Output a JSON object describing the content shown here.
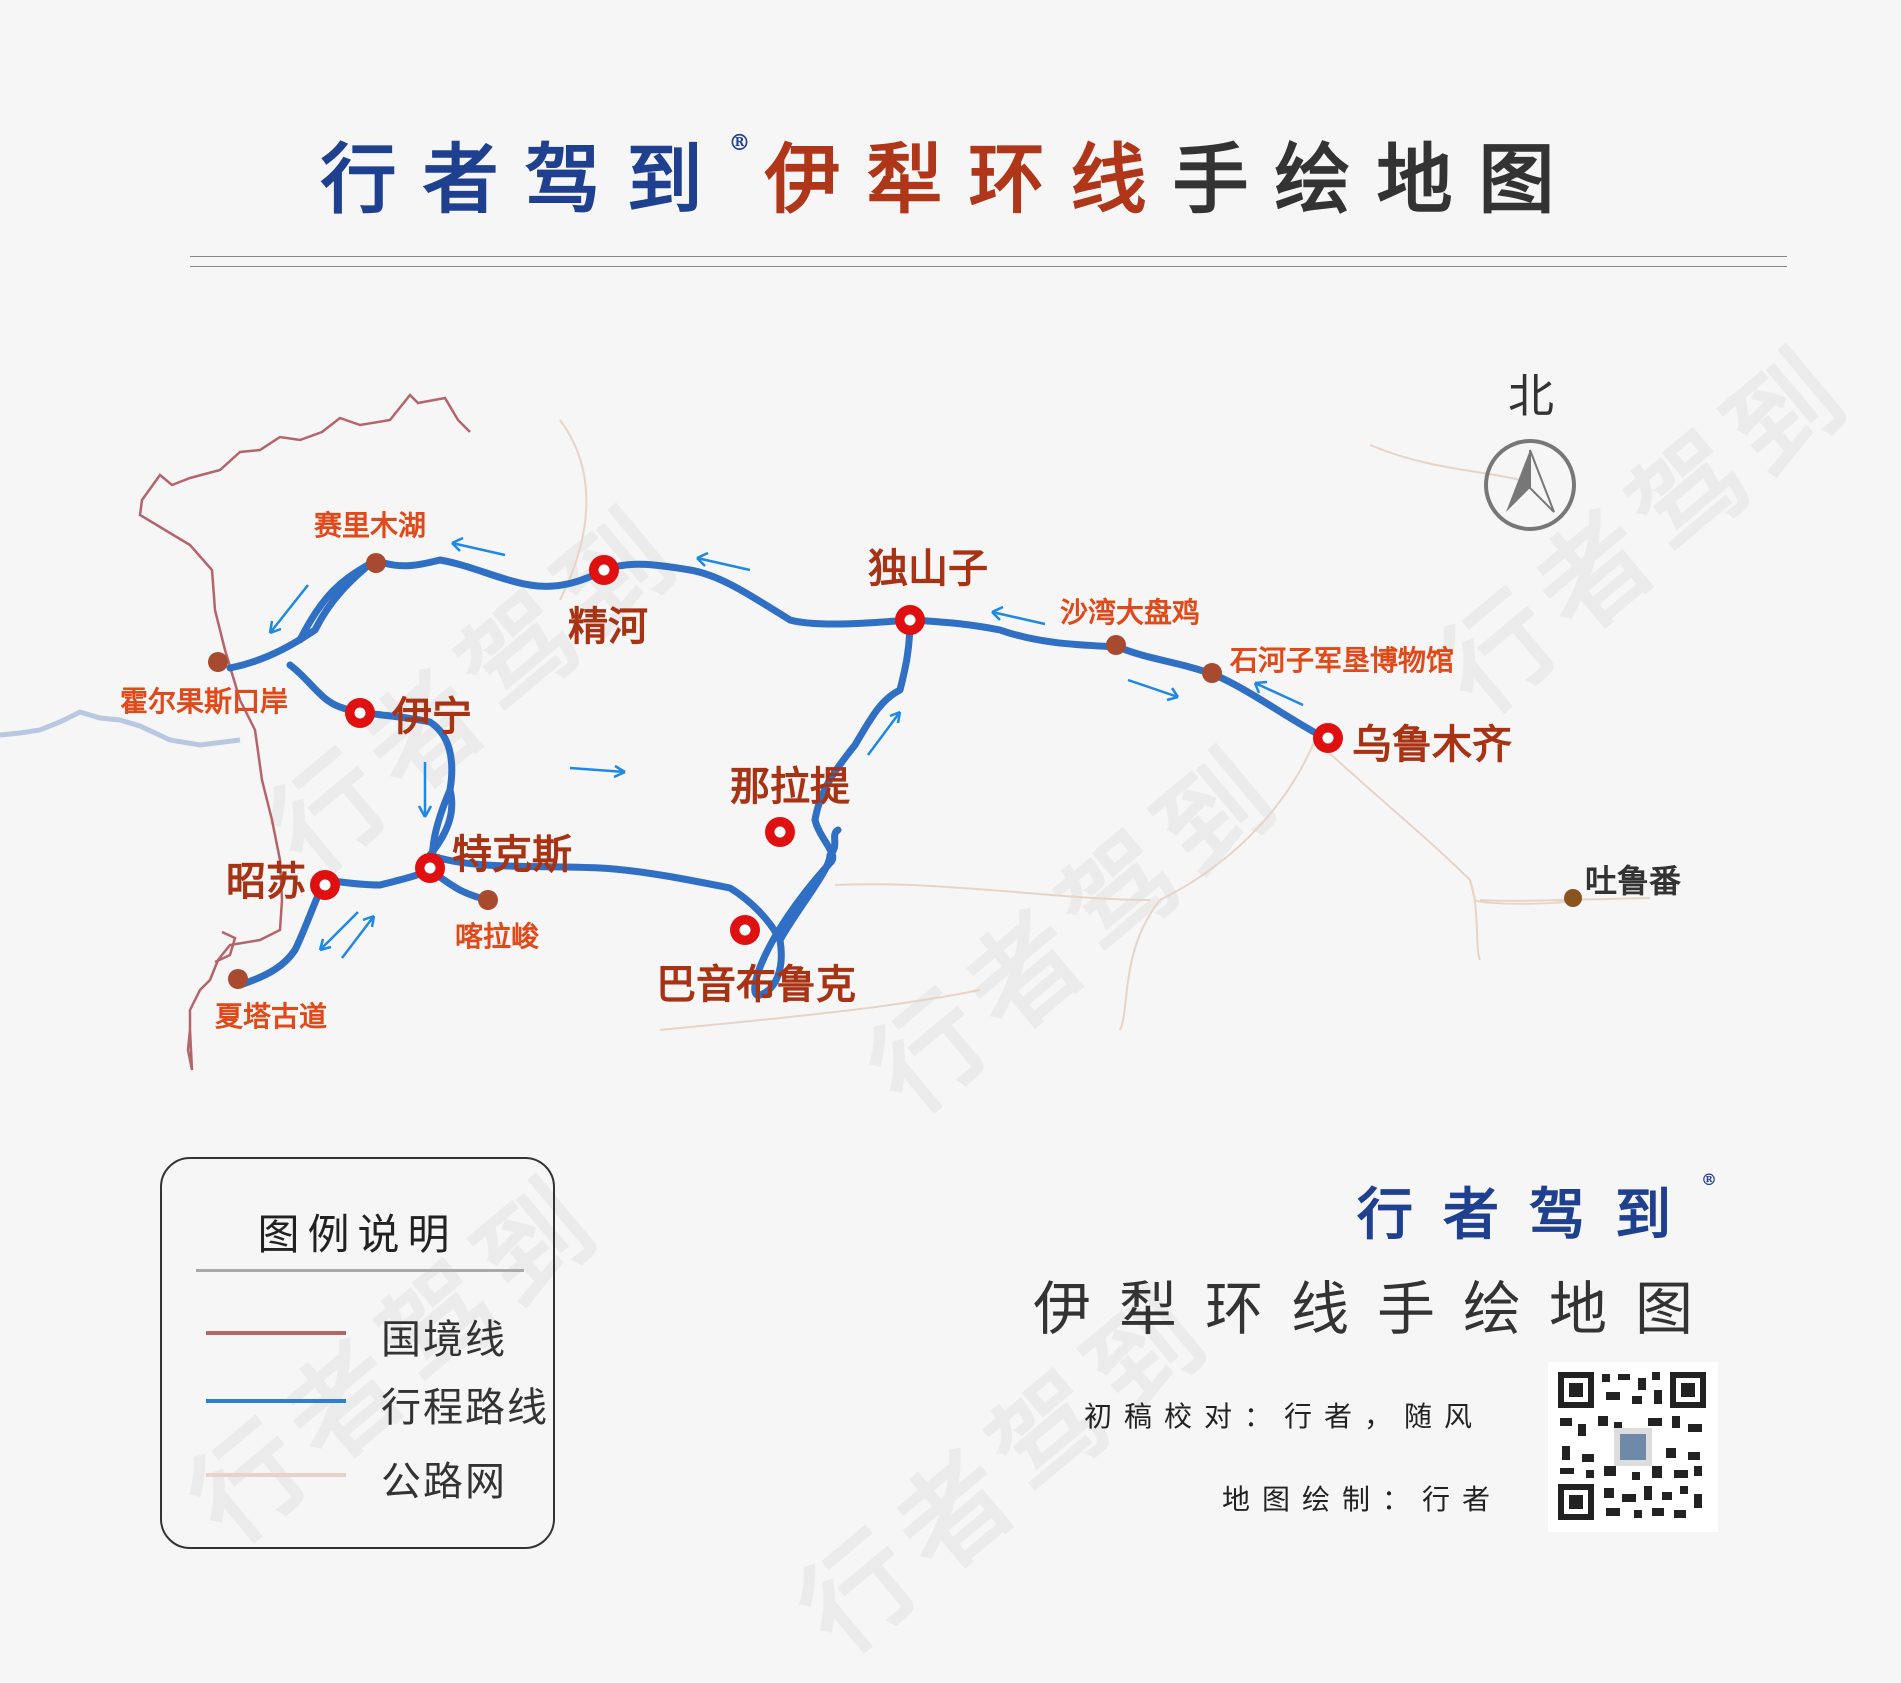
{
  "title": {
    "brand": "行者驾到",
    "reg_mark": "®",
    "place": "伊犁环线",
    "rest": "手绘地图"
  },
  "colors": {
    "brand_blue": "#1f3f8f",
    "title_red": "#b0361a",
    "route": "#2f6fc4",
    "arrow": "#1e88e5",
    "border": "#b5646a",
    "roads": "#e6d2c4",
    "city_label": "#a83214",
    "poi_label": "#e04a1a",
    "poi_dot": "#a84a30"
  },
  "compass": {
    "label": "北",
    "icon": "north-arrow-icon"
  },
  "cities": [
    {
      "id": "jinghe",
      "name": "精河"
    },
    {
      "id": "dushanzi",
      "name": "独山子"
    },
    {
      "id": "yining",
      "name": "伊宁"
    },
    {
      "id": "tekesi",
      "name": "特克斯"
    },
    {
      "id": "zhaosu",
      "name": "昭苏"
    },
    {
      "id": "nalati",
      "name": "那拉提"
    },
    {
      "id": "bayinbuluke",
      "name": "巴音布鲁克"
    },
    {
      "id": "wulumuqi",
      "name": "乌鲁木齐"
    }
  ],
  "pois": [
    {
      "id": "sailimuhu",
      "name": "赛里木湖"
    },
    {
      "id": "huoerguosi",
      "name": "霍尔果斯口岸"
    },
    {
      "id": "kalajun",
      "name": "喀拉峻"
    },
    {
      "id": "xiatagudao",
      "name": "夏塔古道"
    },
    {
      "id": "shawan",
      "name": "沙湾大盘鸡"
    },
    {
      "id": "shihezi",
      "name": "石河子军垦博物馆"
    },
    {
      "id": "tulufan",
      "name": "吐鲁番"
    }
  ],
  "legend": {
    "title": "图例说明",
    "items": [
      {
        "label": "国境线",
        "color": "#b5646a"
      },
      {
        "label": "行程路线",
        "color": "#2f7fd0"
      },
      {
        "label": "公路网",
        "color": "#e8d4c6"
      }
    ]
  },
  "footer": {
    "brand": "行者驾到",
    "reg_mark": "®",
    "subtitle": "伊犁环线手绘地图",
    "credits": [
      "初稿校对：行者，随风",
      "地图绘制：行者"
    ]
  },
  "watermark": "行者驾到"
}
